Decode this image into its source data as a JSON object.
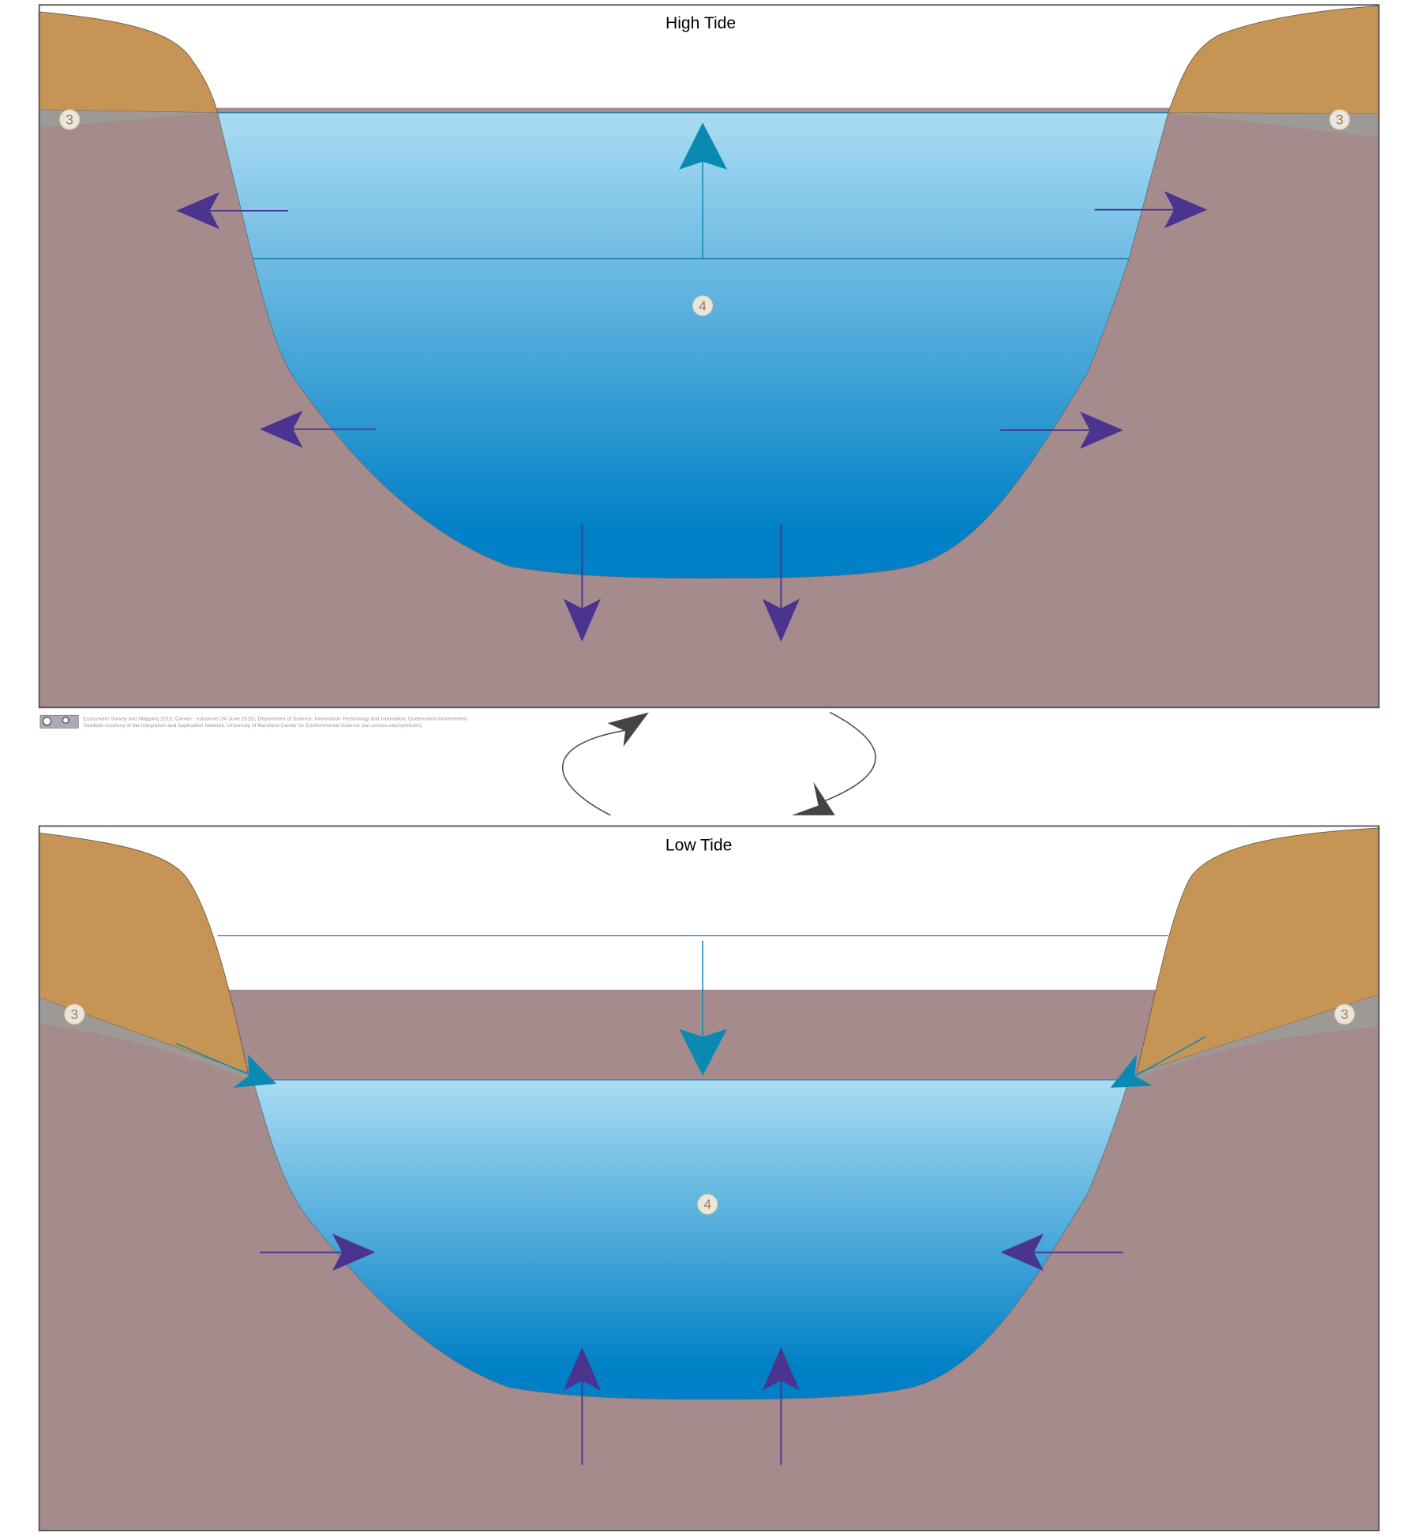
{
  "panels": {
    "high": {
      "title": "High Tide",
      "label_bank": "3",
      "label_water": "4"
    },
    "low": {
      "title": "Low Tide",
      "label_bank": "3",
      "label_water": "4"
    }
  },
  "credits": {
    "line1": "Ecosystem Survey and Mapping 2015, Canals - estuarine (30 June 2015), Department of Science, Information Technology and Innovation, Queensland Government.",
    "line2": "Symbols courtesy of the Integration and Application Network, University of Maryland Center for Environmental Science (ian.umces.edu/symbols/).",
    "license_icon": "cc-by-icon"
  },
  "colors": {
    "sand": "#c69556",
    "groundwater_layer": "#9d9996",
    "sediment": "#a68b8d",
    "water_top": "#aadcf2",
    "water_bottom": "#0080c6",
    "tide_arrow": "#0a8ab3",
    "flow_arrow": "#4b3490",
    "cycle_arrow": "#444444"
  }
}
